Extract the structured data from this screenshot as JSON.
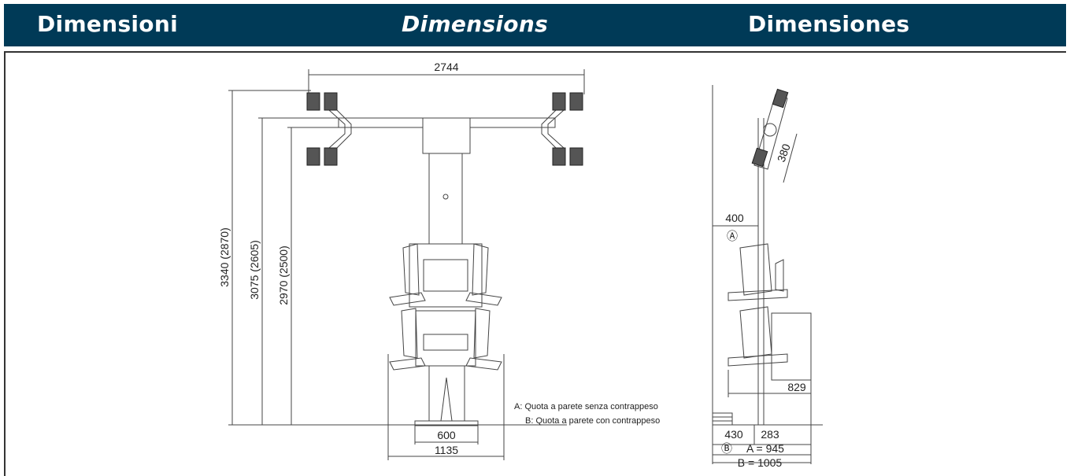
{
  "header": {
    "title_it": "Dimensioni",
    "title_en": "Dimensions",
    "title_es": "Dimensiones",
    "background_color": "#003a57",
    "text_color": "#ffffff"
  },
  "front_view": {
    "width_top": "2744",
    "height_outer": "3340 (2870)",
    "height_middle": "3075 (2605)",
    "height_inner": "2970 (2500)",
    "base_width": "600",
    "total_width": "1135"
  },
  "notes": {
    "a": "A: Quota a parete senza contrappeso",
    "b": "B: Quota a parete con contrappeso"
  },
  "side_view": {
    "head_dim": "380",
    "wall_distance": "400",
    "marker_a": "Ⓐ",
    "depth_unit": "829",
    "bottom_left": "430",
    "bottom_right": "283",
    "marker_b": "Ⓑ",
    "a_value": "A = 945",
    "b_value": "B = 1005"
  }
}
